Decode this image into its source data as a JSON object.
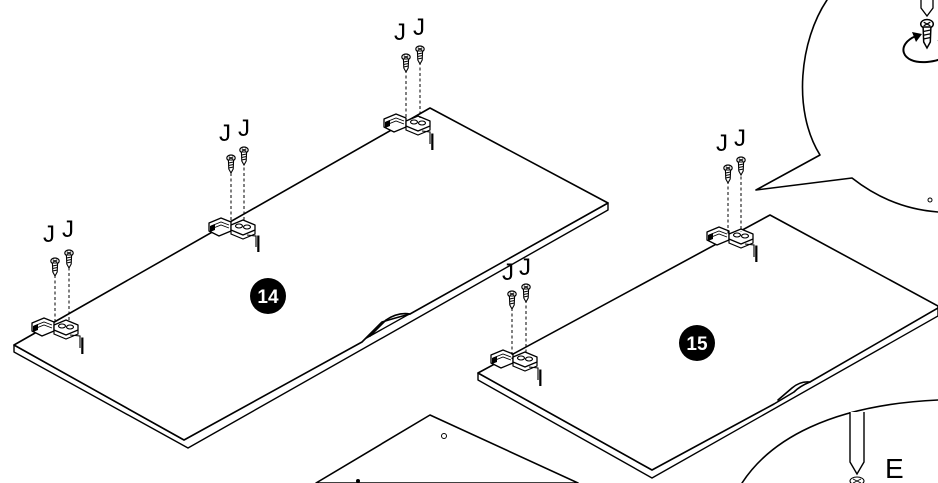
{
  "steps": {
    "left_panel": "14",
    "right_panel": "15"
  },
  "part_labels": {
    "screw": "J",
    "hinge": "I",
    "screwdriver": "E"
  },
  "icons": [
    "screw-icon",
    "hinge-icon",
    "screwdriver-icon",
    "rotate-arrow-icon"
  ]
}
